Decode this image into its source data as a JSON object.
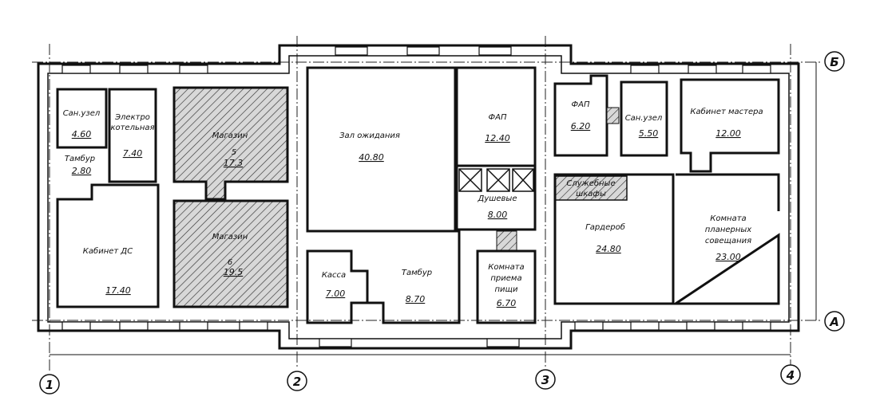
{
  "axes": {
    "vertical": [
      "1",
      "2",
      "3",
      "4"
    ],
    "horizontal": [
      "Б",
      "А"
    ]
  },
  "rooms": {
    "sanuzel1": {
      "name": "Сан.узел",
      "area": "4.60"
    },
    "elektro": {
      "name1": "Электро",
      "name2": "котельная",
      "area": "7.40"
    },
    "tambur1": {
      "name": "Тамбур",
      "area": "2.80"
    },
    "kabinet_ds": {
      "name": "Кабинет ДС",
      "area": "17.40"
    },
    "magazin5": {
      "name": "Магазин",
      "num": "5",
      "area": "17.3"
    },
    "magazin6": {
      "name": "Магазин",
      "num": "6",
      "area": "19.5"
    },
    "zal": {
      "name": "Зал ожидания",
      "area": "40.80"
    },
    "fap1": {
      "name": "ФАП",
      "area": "12.40"
    },
    "dush": {
      "name": "Душевые",
      "area": "8.00"
    },
    "kassa": {
      "name": "Касса",
      "area": "7.00"
    },
    "tambur2": {
      "name": "Тамбур",
      "area": "8.70"
    },
    "priem": {
      "name1": "Комната",
      "name2": "приема",
      "name3": "пищи",
      "area": "6.70"
    },
    "fap2": {
      "name": "ФАП",
      "area": "6.20"
    },
    "sanuzel2": {
      "name": "Сан.узел",
      "area": "5.50"
    },
    "master": {
      "name": "Кабинет мастера",
      "area": "12.00"
    },
    "shkafy": {
      "name1": "Служебные",
      "name2": "шкафы"
    },
    "garderob": {
      "name": "Гардероб",
      "area": "24.80"
    },
    "planer": {
      "name1": "Комната",
      "name2": "планерных",
      "name3": "совещания",
      "area": "23.00"
    }
  }
}
